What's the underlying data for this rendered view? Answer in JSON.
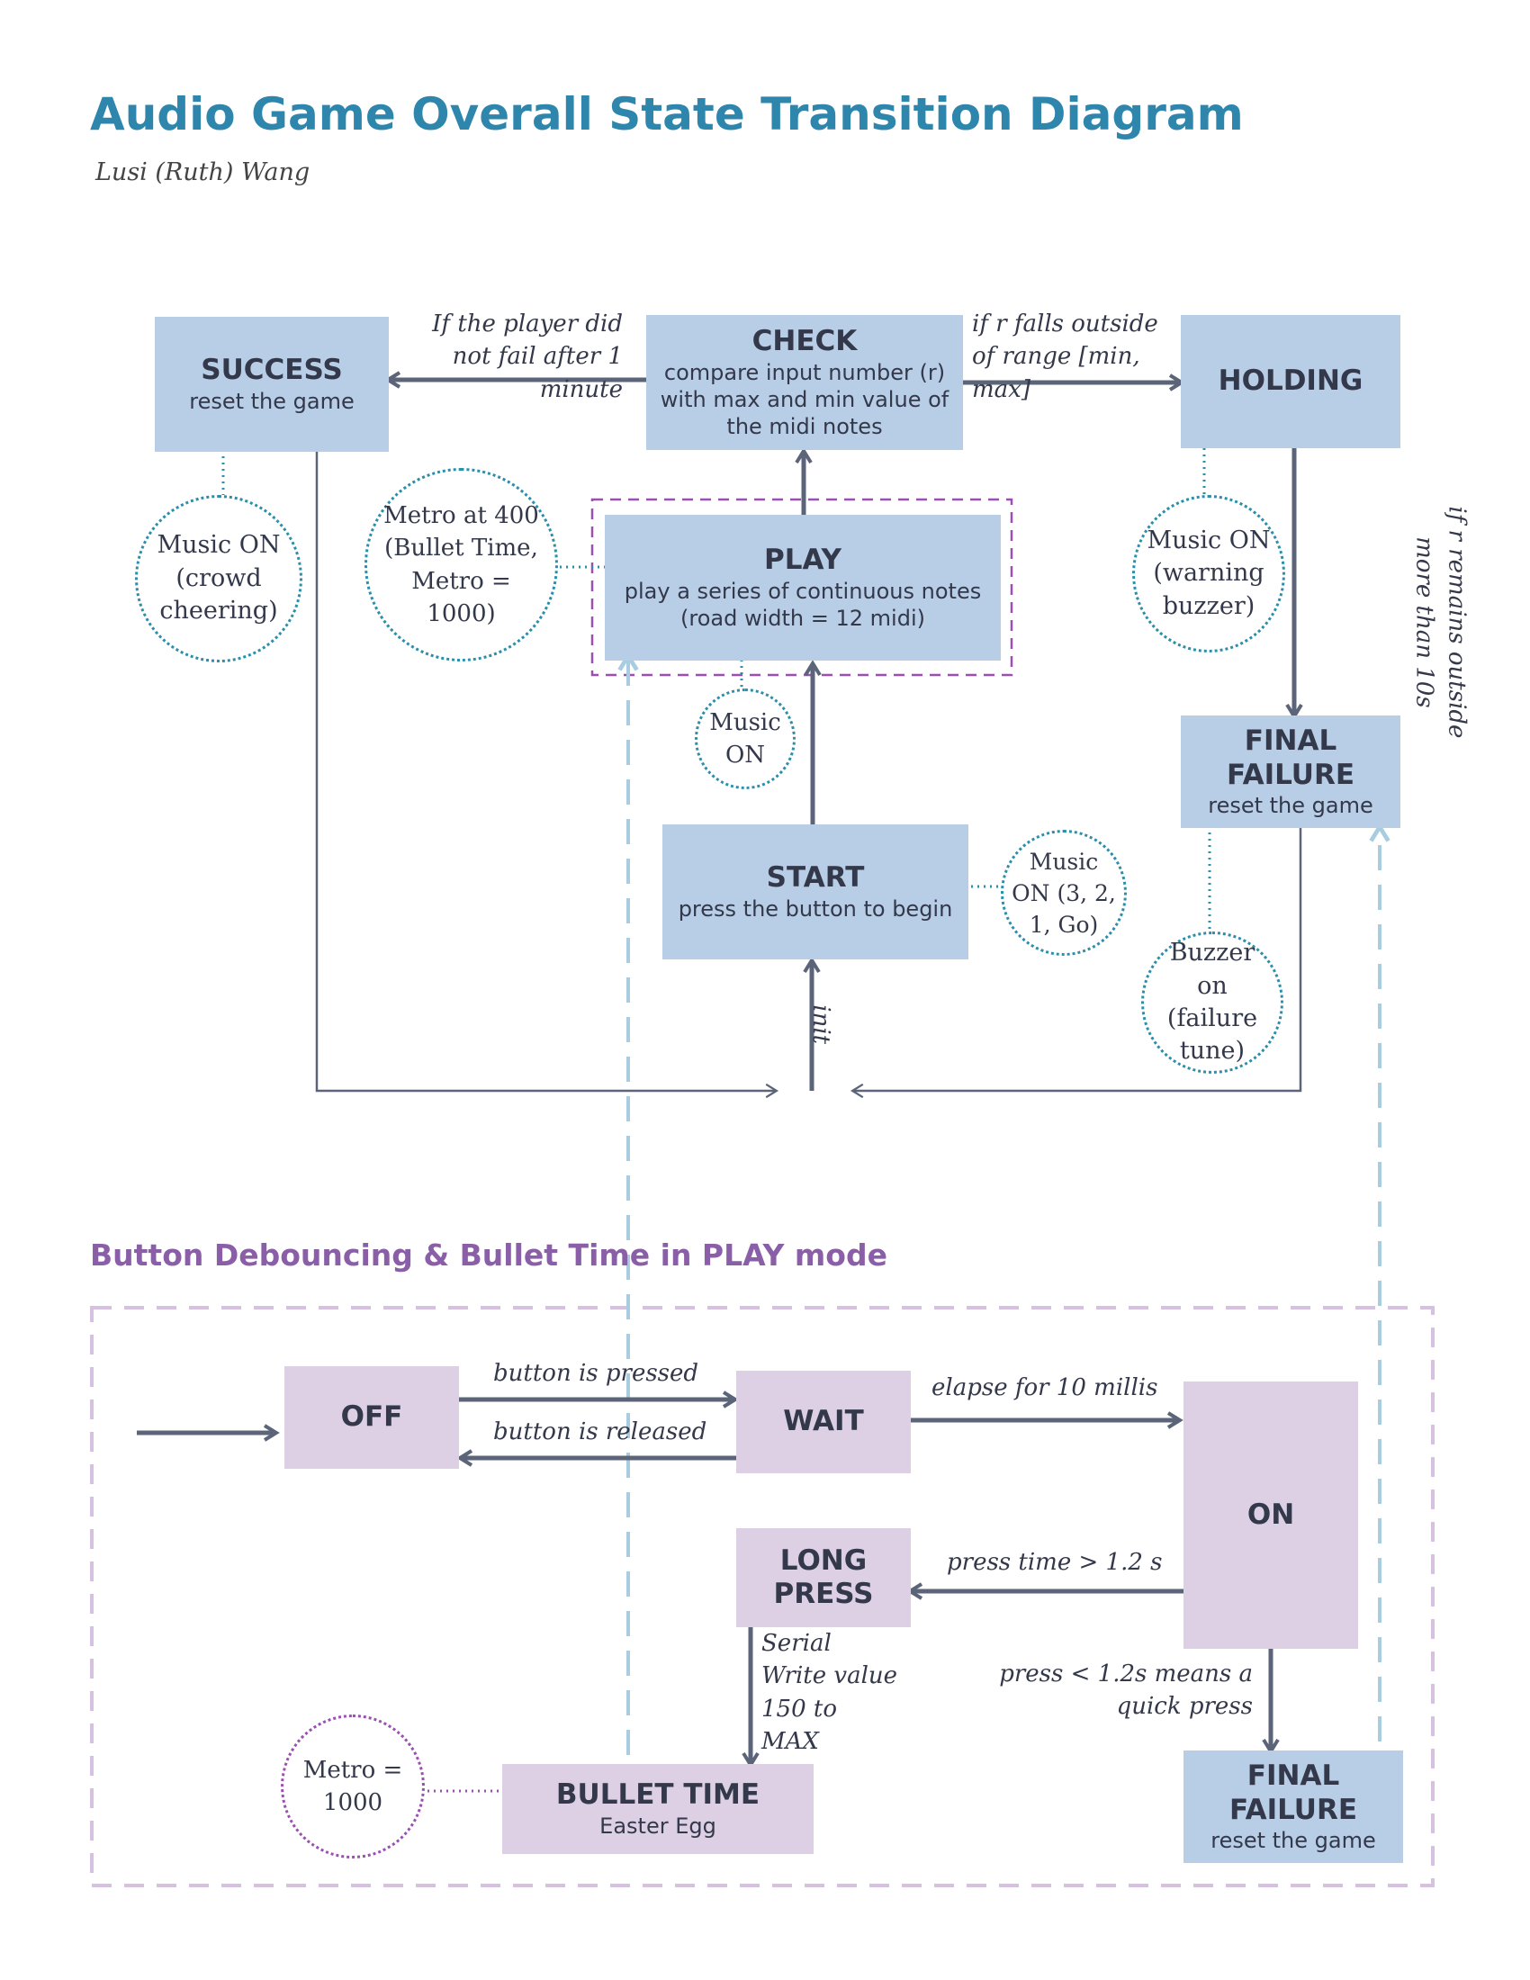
{
  "header": {
    "title": "Audio Game Overall State Transition Diagram",
    "author": "Lusi (Ruth) Wang"
  },
  "section2": {
    "title": "Button Debouncing & Bullet Time in PLAY mode"
  },
  "states": {
    "success": {
      "name": "SUCCESS",
      "desc": "reset the game"
    },
    "check": {
      "name": "CHECK",
      "desc": "compare input number (r) with max and min value of the midi notes"
    },
    "holding": {
      "name": "HOLDING"
    },
    "play": {
      "name": "PLAY",
      "desc": "play a series of continuous notes (road width = 12 midi)"
    },
    "final_failure": {
      "name": "FINAL FAILURE",
      "desc": "reset the game"
    },
    "start": {
      "name": "START",
      "desc": "press the button to begin"
    },
    "off": {
      "name": "OFF"
    },
    "wait": {
      "name": "WAIT"
    },
    "on": {
      "name": "ON"
    },
    "long_press": {
      "name": "LONG PRESS"
    },
    "bullet_time": {
      "name": "BULLET TIME",
      "desc": "Easter Egg"
    },
    "final_failure_2": {
      "name": "FINAL FAILURE",
      "desc": "reset the game"
    }
  },
  "notes": {
    "success_music": "Music ON (crowd cheering)",
    "play_metro": "Metro at 400 (Bullet Time, Metro = 1000)",
    "holding_music": "Music ON (warning buzzer)",
    "play_music": "Music ON",
    "start_music": "Music ON (3, 2, 1, Go)",
    "failure_buzzer": "Buzzer on (failure tune)",
    "bullet_metro": "Metro = 1000"
  },
  "transitions": {
    "to_success": "If the player did not fail after 1 minute",
    "to_holding": "if r falls outside of range [min, max]",
    "to_failure": "if r remains outside more than 10s",
    "init": "init",
    "pressed": "button is pressed",
    "released": "button is released",
    "elapse": "elapse for 10 millis",
    "long": "press time  > 1.2 s",
    "serial": "Serial Write value 150 to MAX",
    "quick": "press < 1.2s  means a quick press"
  },
  "colors": {
    "title": "#2e86ad",
    "section2": "#8b5fa8",
    "state_blue": "#b8cde6",
    "state_purple": "#ddd0e4",
    "arrow": "#5b6478",
    "dotted_blue": "#2b8eaa",
    "dotted_purple": "#9b4fb0",
    "dashed_light_blue": "#a9cde0",
    "dashed_purple_frame": "#d6c2e0"
  }
}
